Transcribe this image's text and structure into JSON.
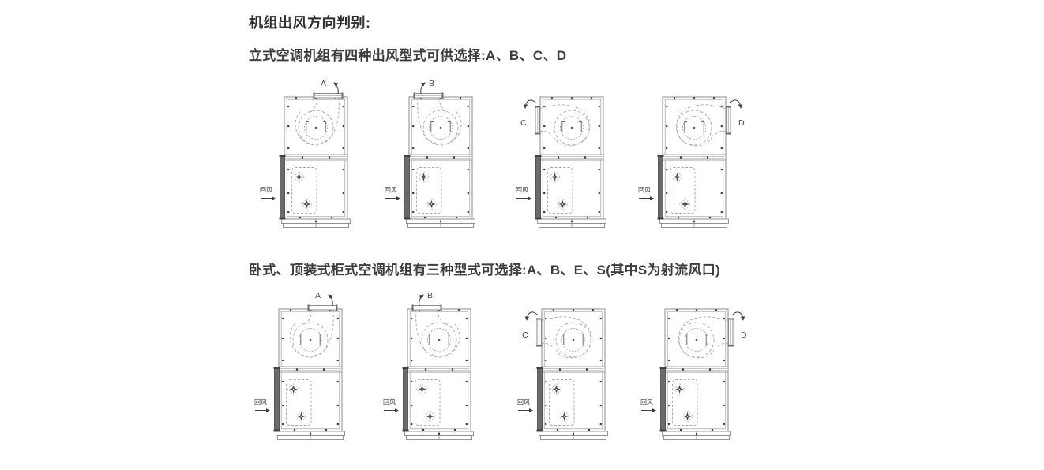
{
  "title": "机组出风方向判别:",
  "sections": [
    {
      "heading": "立式空调机组有四种出风型式可供选择:A、B、C、D",
      "units": [
        {
          "label": "A",
          "outlet": "top-right"
        },
        {
          "label": "B",
          "outlet": "top-left"
        },
        {
          "label": "C",
          "outlet": "left"
        },
        {
          "label": "D",
          "outlet": "right"
        }
      ]
    },
    {
      "heading": "卧式、顶装式柜式空调机组有三种型式可选择:A、B、E、S(其中S为射流风口)",
      "units": [
        {
          "label": "A",
          "outlet": "top-right"
        },
        {
          "label": "B",
          "outlet": "top-left"
        },
        {
          "label": "C",
          "outlet": "left"
        },
        {
          "label": "D",
          "outlet": "right"
        }
      ]
    }
  ],
  "diagram": {
    "return_air_label": "回风"
  },
  "colors": {
    "background": "#ffffff",
    "heading_text": "#3d3d3d",
    "line": "#8b8b8b",
    "line_light": "#9d9d9d",
    "dashed": "#a6a6a6",
    "dark": "#474747",
    "bolt": "#3d3d3d",
    "bar_fill": "#6b6b6b",
    "bar_edge": "#424242",
    "label_text": "#4a4a4a"
  }
}
